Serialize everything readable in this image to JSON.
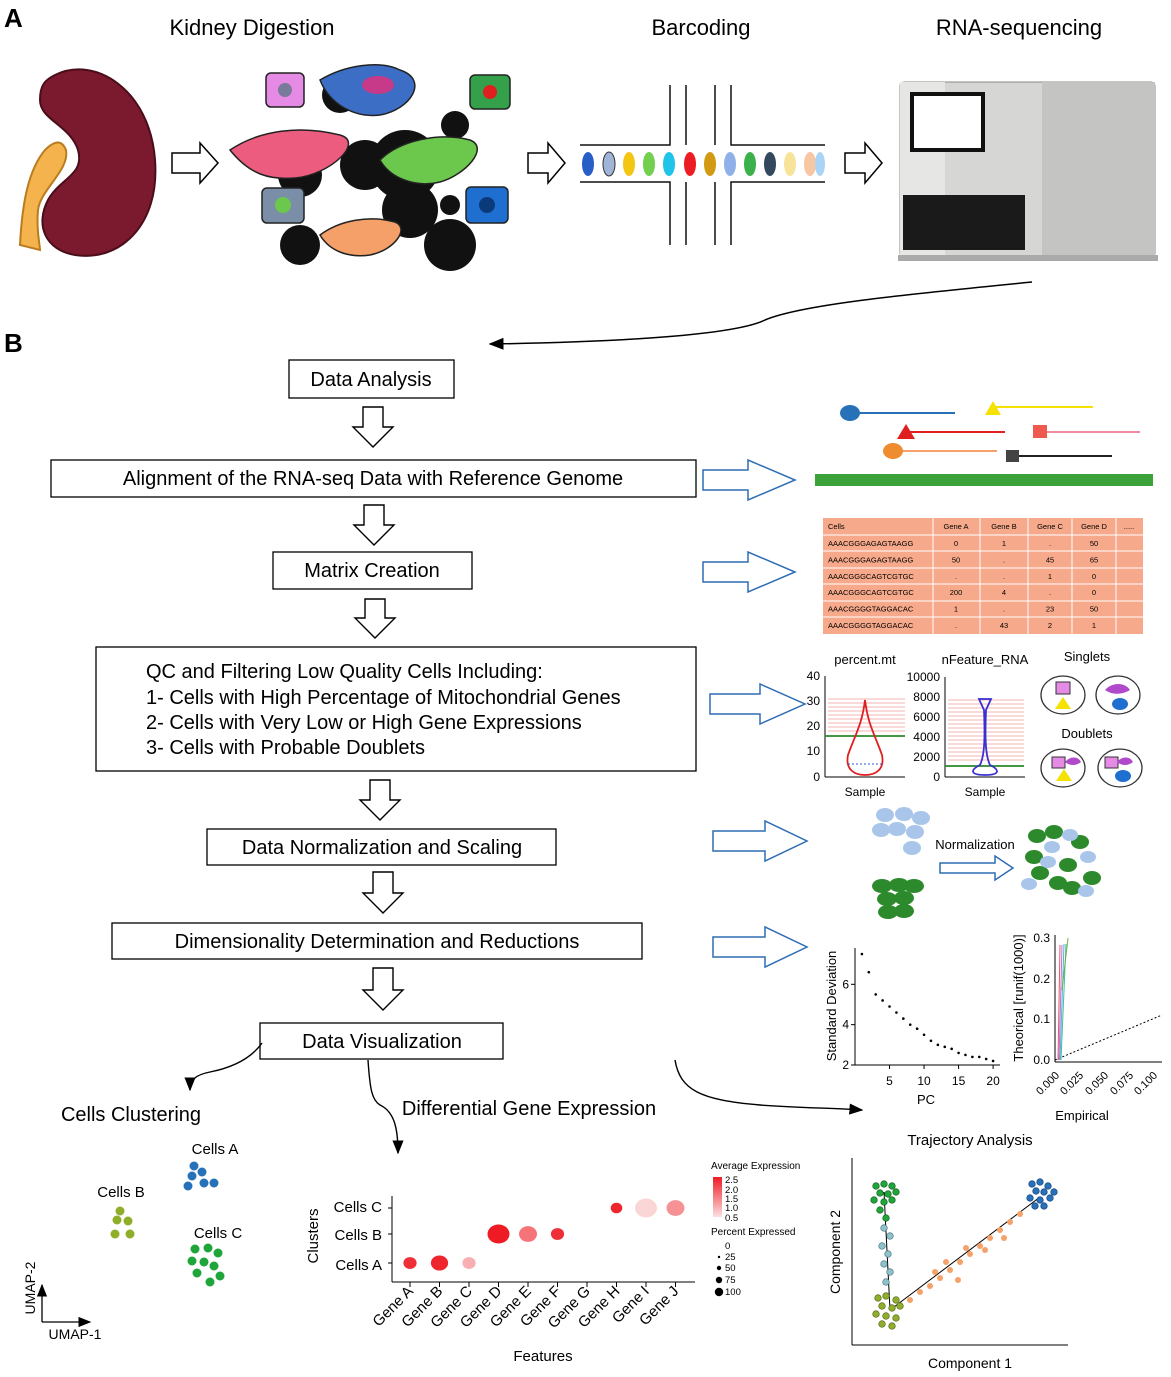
{
  "panel_a": {
    "label": "A",
    "steps": [
      "Kidney Digestion",
      "Barcoding",
      "RNA-sequencing"
    ]
  },
  "panel_b": {
    "label": "B",
    "flow": {
      "data_analysis": "Data Analysis",
      "alignment": "Alignment of the RNA-seq Data with Reference Genome",
      "matrix_creation": "Matrix Creation",
      "qc_title": "QC and Filtering Low Quality Cells Including:",
      "qc_items": [
        "1- Cells with High Percentage of Mitochondrial Genes",
        "2- Cells with Very Low or High Gene Expressions",
        "3- Cells with Probable Doublets"
      ],
      "normalization": "Data Normalization and Scaling",
      "dimensionality": "Dimensionality Determination and Reductions",
      "visualization": "Data Visualization"
    },
    "matrix_table": {
      "headers": [
        "Cells",
        "Gene A",
        "Gene B",
        "Gene C",
        "Gene D",
        "....."
      ],
      "rows": [
        [
          "AAACGGGAGAGTAAGG",
          "0",
          "1",
          ".",
          "50",
          ""
        ],
        [
          "AAACGGGAGAGTAAGG",
          "50",
          ".",
          "45",
          "65",
          ""
        ],
        [
          "AAACGGGCAGTCGTGC",
          ".",
          ".",
          "1",
          "0",
          ""
        ],
        [
          "AAACGGGCAGTCGTGC",
          "200",
          "4",
          ".",
          "0",
          ""
        ],
        [
          "AAACGGGGTAGGACAC",
          "1",
          ".",
          "23",
          "50",
          ""
        ],
        [
          "AAACGGGGTAGGACAC",
          ".",
          "43",
          "2",
          "1",
          ""
        ]
      ]
    },
    "qc_plots": {
      "percent_title": "percent.mt",
      "percent_ticks": [
        "40",
        "30",
        "20",
        "10",
        "0"
      ],
      "nfeature_title": "nFeature_RNA",
      "nfeature_ticks": [
        "10000",
        "8000",
        "6000",
        "4000",
        "2000",
        "0"
      ],
      "xlabel": "Sample",
      "singlets": "Singlets",
      "doublets": "Doublets"
    },
    "normalization_label": "Normalization",
    "elbow": {
      "ylabel": "Standard Deviation",
      "xlabel": "PC",
      "yticks": [
        "6",
        "4",
        "2"
      ],
      "xticks": [
        "5",
        "10",
        "15",
        "20"
      ]
    },
    "jackstraw": {
      "ylabel": "Theorical [runif(1000)]",
      "xlabel": "Empirical",
      "yticks": [
        "0.3",
        "0.2",
        "0.1",
        "0.0"
      ],
      "xticks": [
        "0.000",
        "0.025",
        "0.050",
        "0.075",
        "0.100"
      ]
    },
    "clustering": {
      "title": "Cells Clustering",
      "clusters": [
        "Cells A",
        "Cells B",
        "Cells C"
      ],
      "umap_y": "UMAP-2",
      "umap_x": "UMAP-1"
    },
    "dge": {
      "title": "Differential Gene Expression",
      "ylabel": "Clusters",
      "xlabel": "Features",
      "rows": [
        "Cells C",
        "Cells B",
        "Cells A"
      ],
      "genes": [
        "Gene A",
        "Gene B",
        "Gene C",
        "Gene D",
        "Gene E",
        "Gene F",
        "Gene G",
        "Gene H",
        "Gene I",
        "Gene J"
      ],
      "legend_avg_title": "Average Expression",
      "legend_avg_values": [
        "2.5",
        "2.0",
        "1.5",
        "1.0",
        "0.5"
      ],
      "legend_pct_title": "Percent Expressed",
      "legend_pct_values": [
        "0",
        "25",
        "50",
        "75",
        "100"
      ]
    },
    "trajectory": {
      "title": "Trajectory Analysis",
      "xlabel": "Component 1",
      "ylabel": "Component 2"
    }
  },
  "chart_data": [
    {
      "type": "scatter",
      "xlabel": "PC",
      "ylabel": "Standard Deviation",
      "x": [
        1,
        2,
        3,
        4,
        5,
        6,
        7,
        8,
        9,
        10,
        11,
        12,
        13,
        14,
        15,
        16,
        17,
        18,
        19,
        20
      ],
      "y": [
        7.5,
        6.6,
        5.5,
        5.2,
        4.9,
        4.6,
        4.3,
        4.0,
        3.8,
        3.5,
        3.2,
        3.0,
        2.9,
        2.8,
        2.6,
        2.5,
        2.4,
        2.4,
        2.3,
        2.2
      ],
      "xlim": [
        0,
        21
      ],
      "ylim": [
        2,
        7.8
      ]
    },
    {
      "type": "scatter",
      "xlabel": "Features",
      "ylabel": "Clusters",
      "categories": [
        "Gene A",
        "Gene B",
        "Gene C",
        "Gene D",
        "Gene E",
        "Gene F",
        "Gene G",
        "Gene H",
        "Gene I",
        "Gene J"
      ],
      "points": [
        {
          "gene": "Gene A",
          "cluster": "Cells A",
          "avg_expression": 2.3,
          "pct_expressed": 45
        },
        {
          "gene": "Gene B",
          "cluster": "Cells A",
          "avg_expression": 2.4,
          "pct_expressed": 70
        },
        {
          "gene": "Gene C",
          "cluster": "Cells A",
          "avg_expression": 1.0,
          "pct_expressed": 45
        },
        {
          "gene": "Gene D",
          "cluster": "Cells B",
          "avg_expression": 2.5,
          "pct_expressed": 100
        },
        {
          "gene": "Gene E",
          "cluster": "Cells B",
          "avg_expression": 1.6,
          "pct_expressed": 75
        },
        {
          "gene": "Gene F",
          "cluster": "Cells B",
          "avg_expression": 2.3,
          "pct_expressed": 45
        },
        {
          "gene": "Gene H",
          "cluster": "Cells C",
          "avg_expression": 2.4,
          "pct_expressed": 35
        },
        {
          "gene": "Gene I",
          "cluster": "Cells C",
          "avg_expression": 0.6,
          "pct_expressed": 100
        },
        {
          "gene": "Gene J",
          "cluster": "Cells C",
          "avg_expression": 1.3,
          "pct_expressed": 75
        }
      ]
    }
  ],
  "colors": {
    "kidney": "#7b1a2e",
    "arrow_blue": "#2e6db4",
    "matrix_bg": "#f7a98b",
    "genome_green": "#3ba23b",
    "dge_red": "#ee1b24",
    "cluster_blue": "#2671b8",
    "cluster_olive": "#8fae2a",
    "cluster_green": "#1fa539",
    "traj_orange": "#f5a26a",
    "norm_light": "#a9c6ea",
    "norm_dark": "#2c8a2c"
  }
}
